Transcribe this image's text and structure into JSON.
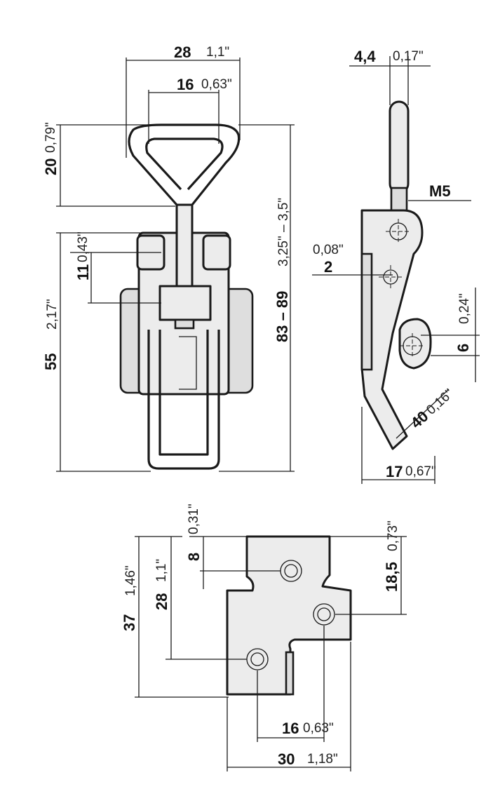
{
  "front_view": {
    "dim_width": {
      "mm": "28",
      "inch": "1,1\""
    },
    "dim_loop_width": {
      "mm": "16",
      "inch": "0,63\""
    },
    "dim_loop_height": {
      "mm": "20",
      "inch": "0,79\""
    },
    "dim_hole_offset": {
      "mm": "11",
      "inch": "0,43\""
    },
    "dim_body_height": {
      "mm": "55",
      "inch": "2,17\""
    },
    "dim_total_length": {
      "mm": "83 – 89",
      "inch": "3,25\" – 3,5\""
    }
  },
  "side_view": {
    "dim_thickness": {
      "mm": "4,4",
      "inch": "0,17\""
    },
    "thread": "M5",
    "dim_pivot_offset": {
      "mm": "2",
      "inch": "0,08\""
    },
    "dim_catch_height": {
      "mm": "6",
      "inch": "0,24\""
    },
    "dim_angle": {
      "mm": "40",
      "inch": "0,16\""
    },
    "dim_depth": {
      "mm": "17",
      "inch": "0,67\""
    }
  },
  "base_view": {
    "dim_top_offset": {
      "mm": "8",
      "inch": "0,31\""
    },
    "dim_hole_pitch_v": {
      "mm": "28",
      "inch": "1,1\""
    },
    "dim_plate_height": {
      "mm": "37",
      "inch": "1,46\""
    },
    "dim_right_offset": {
      "mm": "18,5",
      "inch": "0,73\""
    },
    "dim_hole_pitch_h": {
      "mm": "16",
      "inch": "0,63\""
    },
    "dim_plate_width": {
      "mm": "30",
      "inch": "1,18\""
    }
  }
}
